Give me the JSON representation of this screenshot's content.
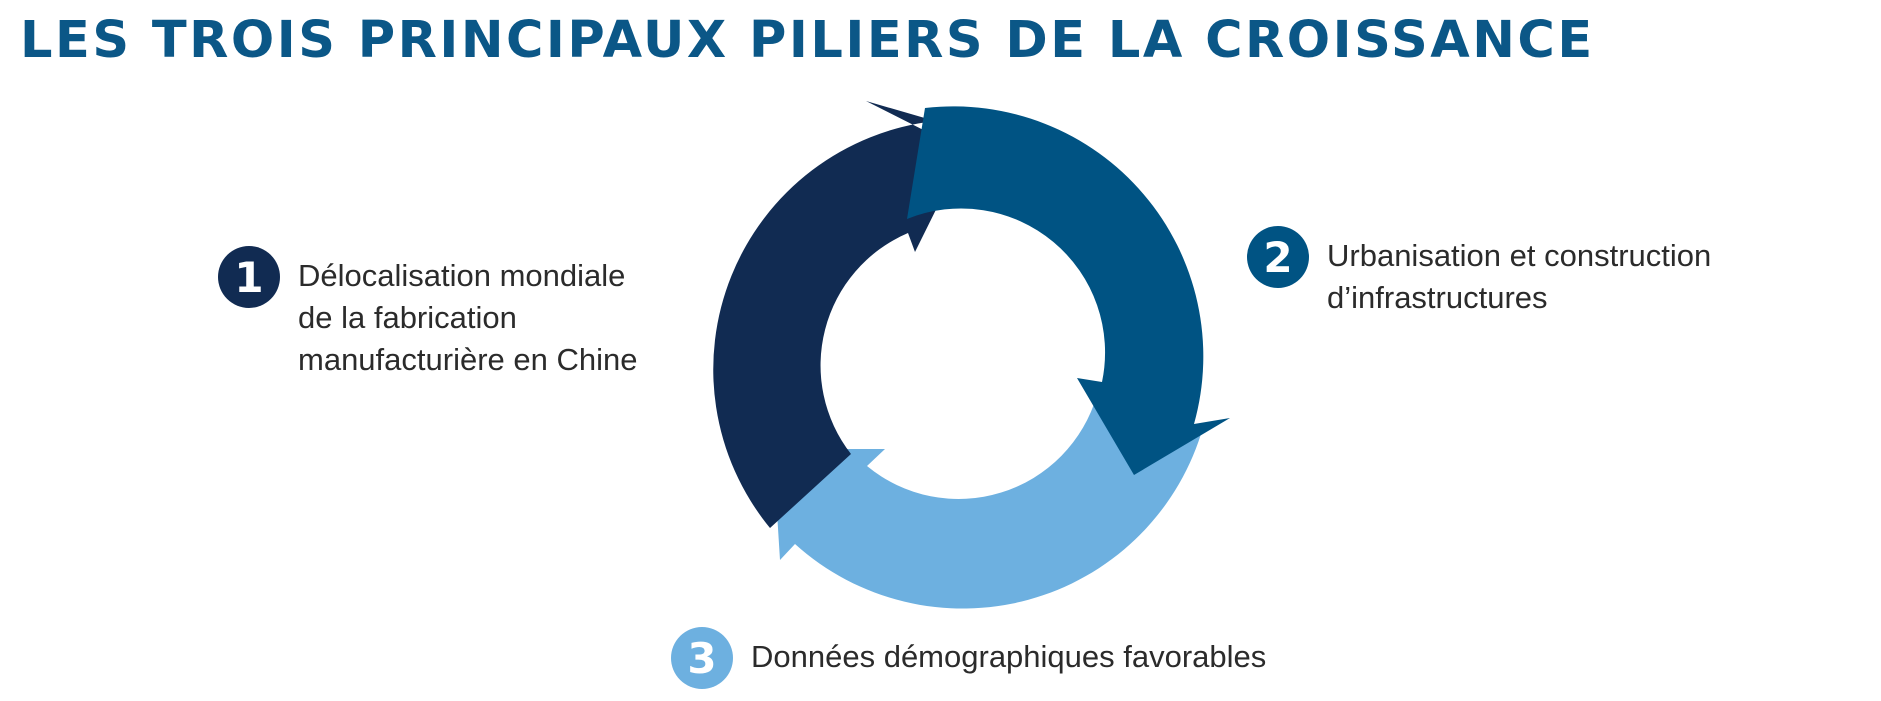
{
  "title": "LES TROIS PRINCIPAUX PILIERS DE LA CROISSANCE",
  "colors": {
    "title": "#0b5787",
    "pillar_1": "#112b52",
    "pillar_2": "#005383",
    "pillar_3": "#6db0e0",
    "text": "#2b2b2b"
  },
  "pillars": [
    {
      "number": "1",
      "label": "Délocalisation mondiale\nde la fabrication\nmanufacturière en Chine"
    },
    {
      "number": "2",
      "label": "Urbanisation et construction\nd’infrastructures"
    },
    {
      "number": "3",
      "label": "Données démographiques favorables"
    }
  ]
}
